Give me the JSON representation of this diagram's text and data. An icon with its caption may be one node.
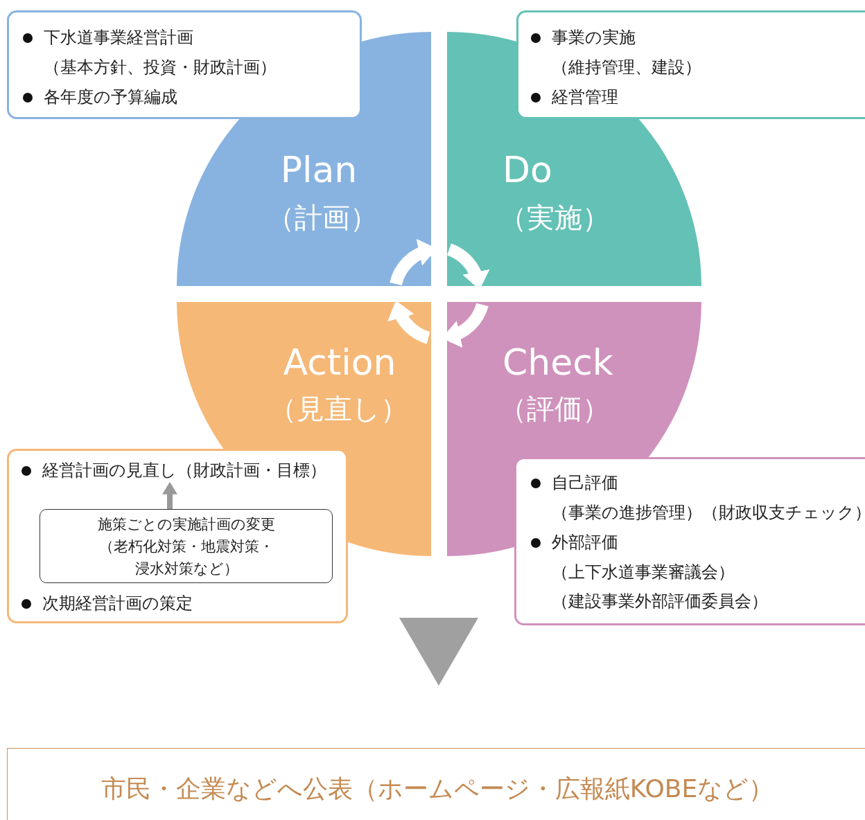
{
  "diagram": {
    "nodes": [
      {
        "text": [
          "Plan",
          "（計画）"
        ]
      },
      {
        "text": [
          "Do",
          "（実施）"
        ]
      },
      {
        "text": [
          "Check",
          "（評価）"
        ]
      },
      {
        "text": [
          "Action",
          "（見直し）"
        ]
      },
      {
        "text": [
          "下水道事業経営計画",
          "（基本方針、投資・財政計画）",
          "各年度の予算編成"
        ]
      },
      {
        "text": [
          "事業の実施",
          "（維持管理、建設）",
          "経営管理"
        ]
      },
      {
        "text": [
          "次期経営計画の策定"
        ]
      },
      {
        "text": [
          "経営計画の見直し（財政計画・目標）"
        ],
        "in": 6
      },
      {
        "text": [
          "施策ごとの実施計画の変更",
          "（老朽化対策・地震対策・",
          "浸水対策など）"
        ],
        "in": 6
      },
      {
        "text": [
          "自己評価",
          "（事業の進捗管理）（財政収支チェック）",
          "外部評価",
          "（上下水道事業審議会）",
          "（建設事業外部評価委員会）"
        ]
      },
      {
        "text": [
          "市民・企業などへ公表（ホームページ・広報紙KOBEなど）"
        ]
      }
    ],
    "edges": [
      {
        "from": 0,
        "to": 1,
        "arrow": "to"
      },
      {
        "from": 1,
        "to": 2,
        "arrow": "to"
      },
      {
        "from": 2,
        "to": 3,
        "arrow": "to"
      },
      {
        "from": 3,
        "to": 0,
        "arrow": "to"
      },
      {
        "from": 8,
        "to": 7,
        "arrow": "to",
        "color": "#999999"
      }
    ]
  }
}
